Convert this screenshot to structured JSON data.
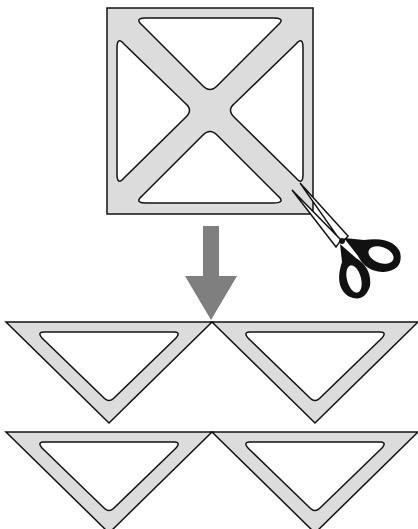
{
  "diagram": {
    "type": "quilt-block-cutting-instruction",
    "description_visible_text": "",
    "colors": {
      "fabric": "#dcdcdc",
      "outline": "#111111",
      "arrow": "#7f7f7f",
      "scissors_handle": "#111111",
      "scissors_blade": "#ffffff"
    },
    "steps": {
      "source": "square-block",
      "action": "cut-diagonally-twice",
      "result_count": 4,
      "result_shape": "triangle"
    },
    "icons": [
      "down-arrow-icon",
      "scissors-icon"
    ]
  }
}
